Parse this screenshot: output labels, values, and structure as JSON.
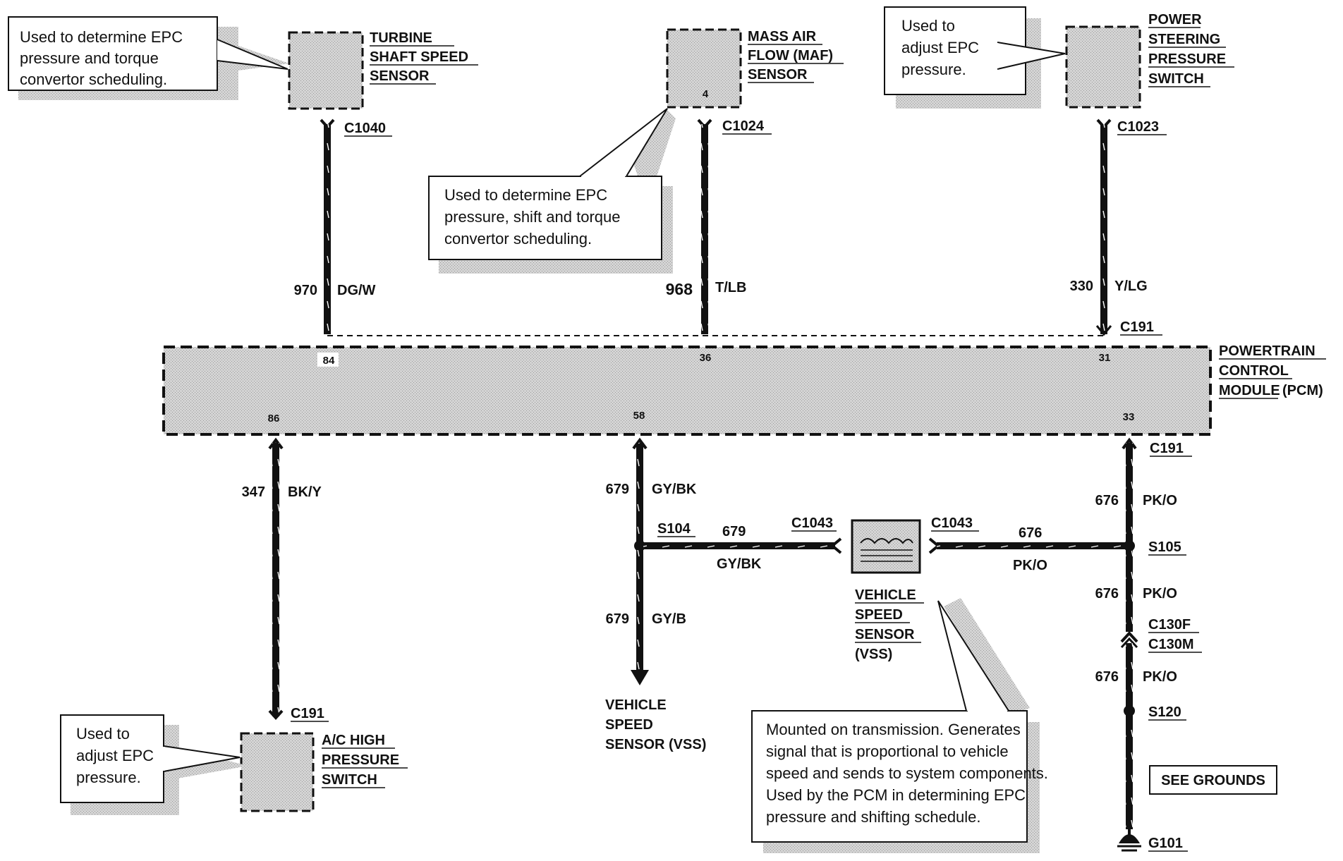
{
  "colors": {
    "ink": "#111111",
    "fill": "#cfcfcf",
    "shadow": "#a8a8a8",
    "paper": "#ffffff"
  },
  "components": {
    "tss": {
      "name": [
        "TURBINE",
        "SHAFT SPEED",
        "SENSOR"
      ],
      "connector": "C1040",
      "circuit": "970",
      "wire_color": "DG/W",
      "pcm_pin": "84"
    },
    "maf": {
      "name": [
        "MASS AIR",
        "FLOW (MAF)",
        "SENSOR"
      ],
      "pin": "4",
      "connector": "C1024",
      "circuit": "968",
      "wire_color": "T/LB",
      "pcm_pin": "36"
    },
    "psps": {
      "name": [
        "POWER",
        "STEERING",
        "PRESSURE",
        "SWITCH"
      ],
      "connector": "C1023",
      "circuit": "330",
      "wire_color": "Y/LG",
      "pcm_connector": "C191",
      "pcm_pin": "31"
    },
    "pcm": {
      "name": [
        "POWERTRAIN",
        "CONTROL",
        "MODULE"
      ],
      "name_suffix": "(PCM)"
    },
    "ac": {
      "name": [
        "A/C HIGH",
        "PRESSURE",
        "SWITCH"
      ],
      "connector": "C191",
      "circuit": "347",
      "wire_color": "BK/Y",
      "pcm_pin": "86"
    },
    "vss_branch": {
      "pcm_pin": "58",
      "circuit": "679",
      "wire_color": "GY/BK",
      "splice": "S104",
      "out_circuit": "679",
      "out_color": "GY/B",
      "destination": [
        "VEHICLE",
        "SPEED",
        "SENSOR (VSS)"
      ]
    },
    "vss": {
      "name": [
        "VEHICLE",
        "SPEED",
        "SENSOR",
        "(VSS)"
      ],
      "left_connector": "C1043",
      "right_connector": "C1043",
      "left_circuit": "679",
      "left_color": "GY/BK",
      "right_circuit": "676",
      "right_color": "PK/O"
    },
    "ground": {
      "pcm_pin": "33",
      "pcm_connector": "C191",
      "circuit": "676",
      "wire_color": "PK/O",
      "splice1": "S105",
      "connector_f": "C130F",
      "connector_m": "C130M",
      "splice2": "S120",
      "ground": "G101",
      "see_grounds": "SEE GROUNDS"
    }
  },
  "notes": {
    "tss": [
      "Used to determine EPC",
      "pressure and torque",
      "convertor scheduling."
    ],
    "maf": [
      "Used to determine EPC",
      "pressure, shift and torque",
      "convertor scheduling."
    ],
    "psps": [
      "Used to",
      "adjust EPC",
      "pressure."
    ],
    "ac": [
      "Used to",
      "adjust EPC",
      "pressure."
    ],
    "vss": [
      "Mounted on transmission.  Generates",
      "signal that is proportional to vehicle",
      "speed and sends to system components.",
      "Used by the PCM in determining EPC",
      "pressure and shifting schedule."
    ]
  }
}
